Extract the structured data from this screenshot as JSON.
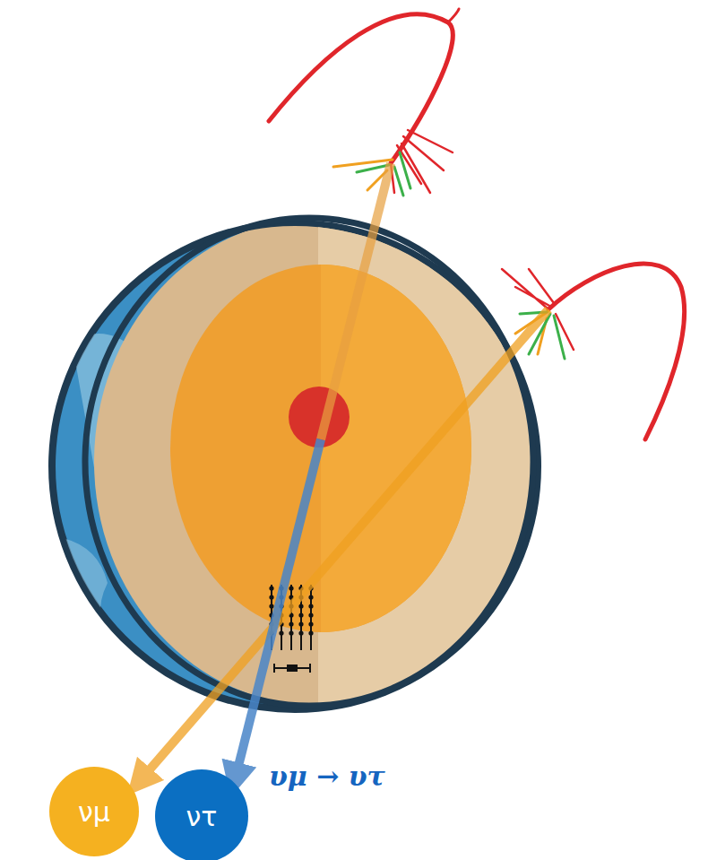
{
  "diagram": {
    "nodes": [
      {
        "text": [
          "νμ"
        ]
      },
      {
        "text": [
          "ντ"
        ]
      }
    ],
    "labels": [
      "υμ → υτ"
    ]
  }
}
